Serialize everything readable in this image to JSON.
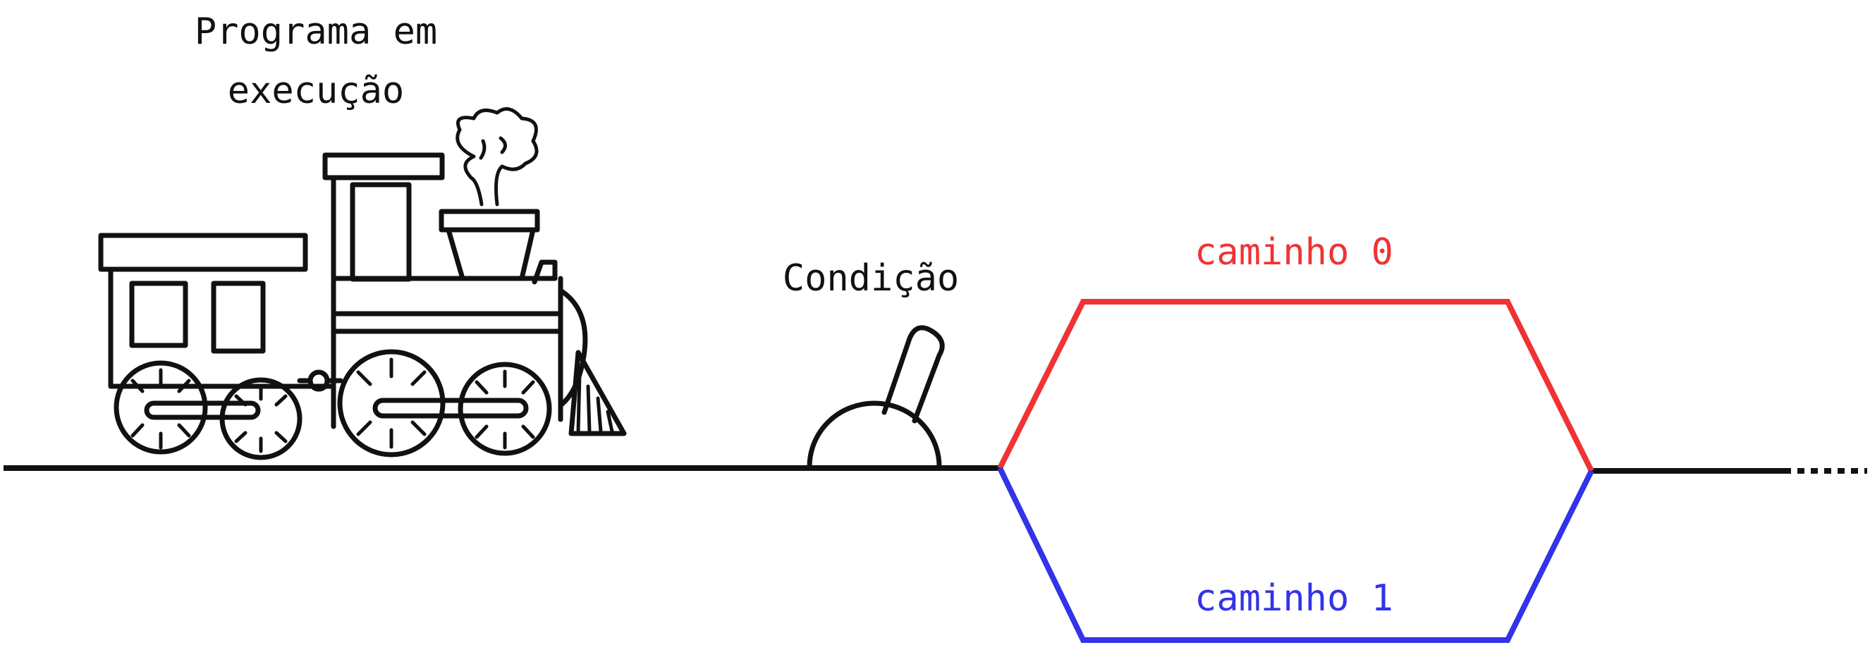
{
  "labels": {
    "program_line1": "Programa em",
    "program_line2": "execução",
    "condition": "Condição",
    "path0": "caminho 0",
    "path1": "caminho 1"
  },
  "colors": {
    "path0": "#ef3335",
    "path1": "#3333e8",
    "track": "#111111",
    "text": "#111111"
  },
  "icons": {
    "train": "steam-locomotive-icon",
    "lever": "switch-lever-icon"
  }
}
